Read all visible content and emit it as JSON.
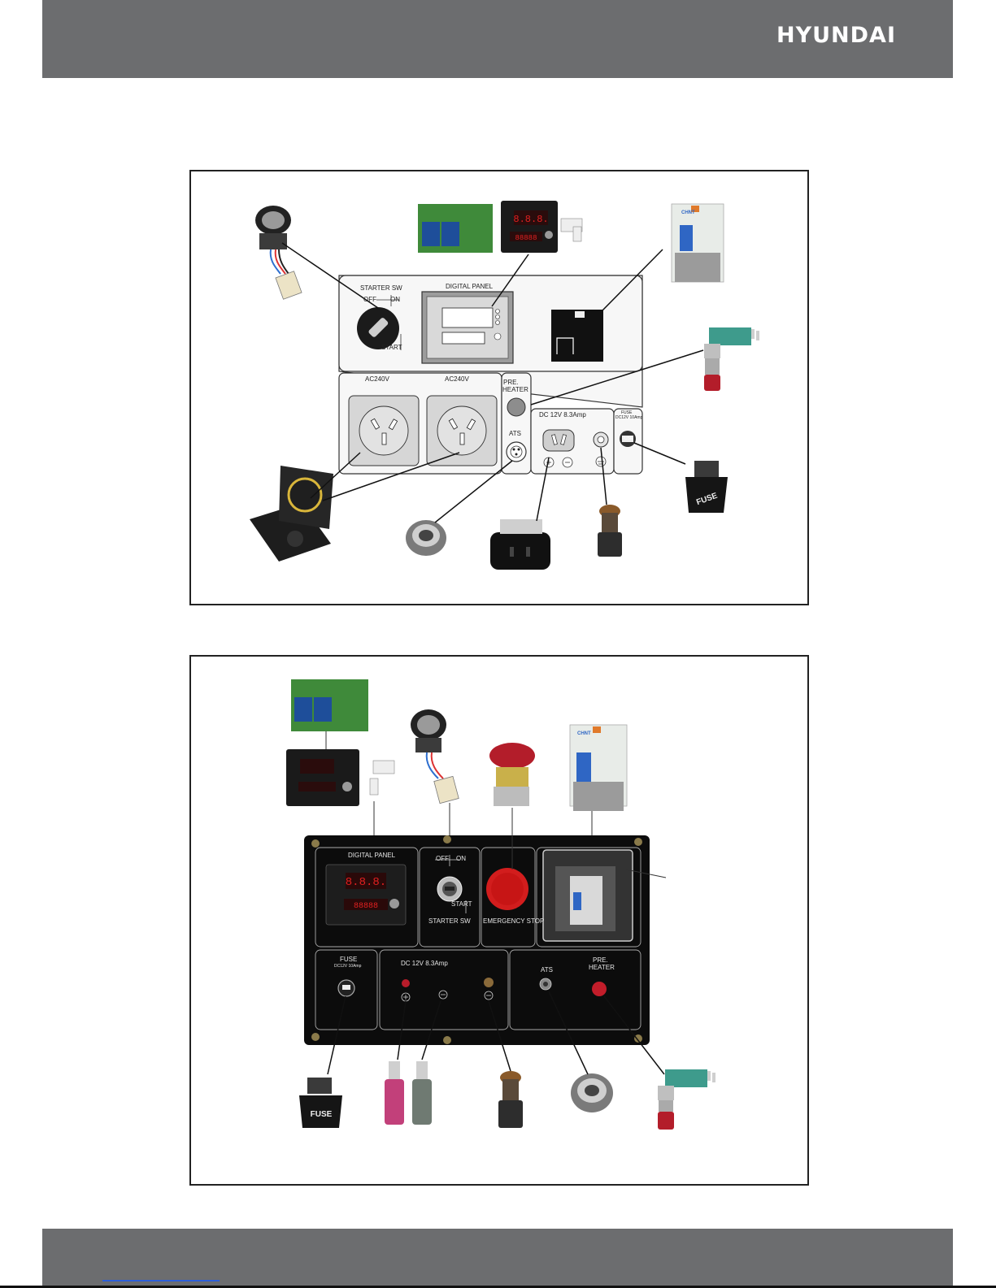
{
  "header": {
    "brand": "HYUNDAI"
  },
  "panel_a": {
    "starter_sw": "STARTER SW",
    "off": "OFF",
    "on": "ON",
    "start": "START",
    "digital_panel": "DIGITAL PANEL",
    "ac1": "AC240V",
    "ac2": "AC240V",
    "pre_heater_line1": "PRE.",
    "pre_heater_line2": "HEATER",
    "ats": "ATS",
    "dc": "DC 12V 8.3Amp",
    "fuse": "FUSE",
    "fuse_rating": "DC12V 10Amp",
    "fuse_cap": "FUSE",
    "display_top": "8.8.8.",
    "display_bottom": "88888"
  },
  "panel_b": {
    "digital_panel": "DIGITAL PANEL",
    "off": "OFF",
    "on": "ON",
    "start": "START",
    "starter_sw": "STARTER SW",
    "emergency_stop": "EMERGENCY STOP",
    "fuse": "FUSE",
    "fuse_rating": "DC12V 10Amp",
    "dc": "DC 12V 8.3Amp",
    "ats": "ATS",
    "pre_heater_line1": "PRE.",
    "pre_heater_line2": "HEATER",
    "display_top": "8.8.8.",
    "display_bottom": "88888"
  },
  "parts": {
    "fuse_holder_label": "FUSE",
    "breaker_brand": "CHNT"
  }
}
